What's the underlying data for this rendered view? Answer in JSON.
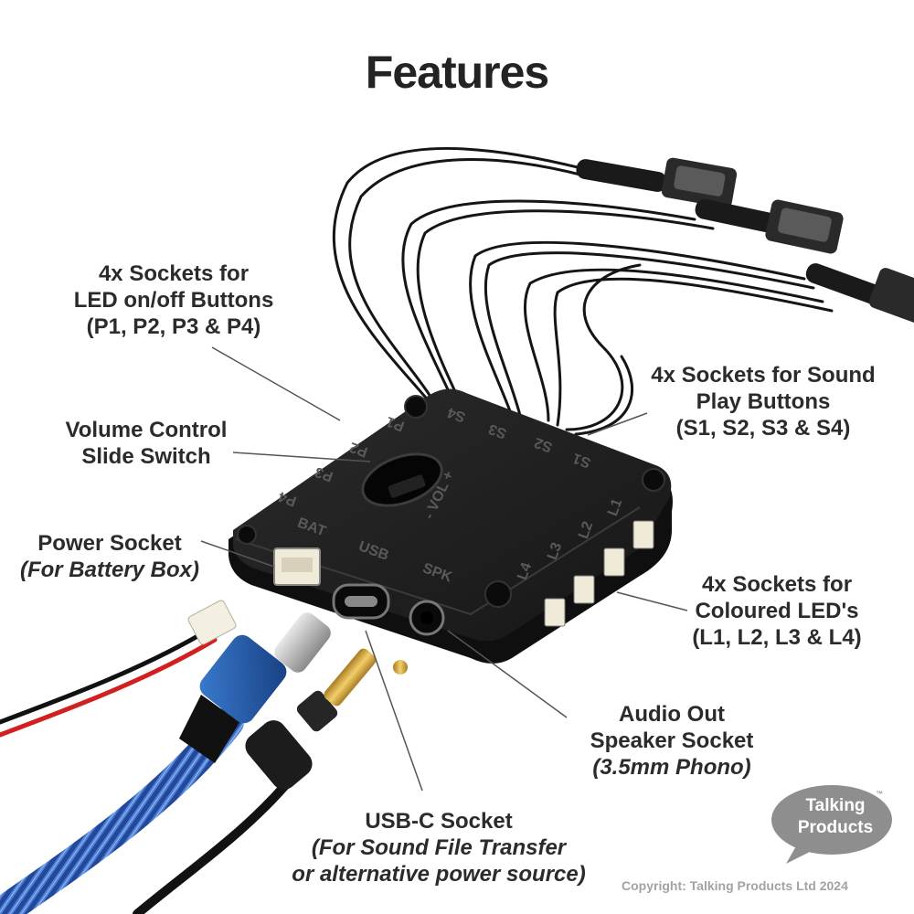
{
  "title": "Features",
  "labels": {
    "led_buttons": {
      "line1": "4x Sockets for",
      "line2": "LED on/off Buttons",
      "line3": "(P1, P2, P3 & P4)"
    },
    "volume": {
      "line1": "Volume Control",
      "line2": "Slide Switch"
    },
    "power": {
      "line1": "Power Socket",
      "line2": "(For Battery Box)"
    },
    "sound_buttons": {
      "line1": "4x Sockets for Sound",
      "line2": "Play Buttons",
      "line3": "(S1, S2, S3 & S4)"
    },
    "coloured_leds": {
      "line1": "4x Sockets for",
      "line2": "Coloured LED's",
      "line3": "(L1, L2, L3 & L4)"
    },
    "audio_out": {
      "line1": "Audio Out",
      "line2": "Speaker Socket",
      "line3": "(3.5mm Phono)"
    },
    "usb_c": {
      "line1": "USB-C Socket",
      "line2": "(For Sound File Transfer",
      "line3": "or alternative power source)"
    }
  },
  "device_markings": {
    "bat": "BAT",
    "usb": "USB",
    "spk": "SPK",
    "l1": "L1",
    "l2": "L2",
    "l3": "L3",
    "l4": "L4",
    "p1": "P1",
    "p2": "P2",
    "p3": "P3",
    "p4": "P4",
    "s1": "S1",
    "s2": "S2",
    "s3": "S3",
    "s4": "S4",
    "vol": "- VOL +"
  },
  "logo": {
    "line1": "Talking",
    "line2": "Products",
    "tm": "™"
  },
  "copyright": "Copyright: Talking Products Ltd 2024",
  "colors": {
    "text": "#2b2b2b",
    "device_body": "#1e1e1e",
    "logo_bubble": "#8e8e8e",
    "copyright": "#a3a3a3",
    "leader_lines": "#555555",
    "red_wire": "#d21f1f",
    "braid_blue": "#2a5bb8",
    "usb_blue": "#1f5ea8",
    "gold_plug": "#d4a640"
  }
}
